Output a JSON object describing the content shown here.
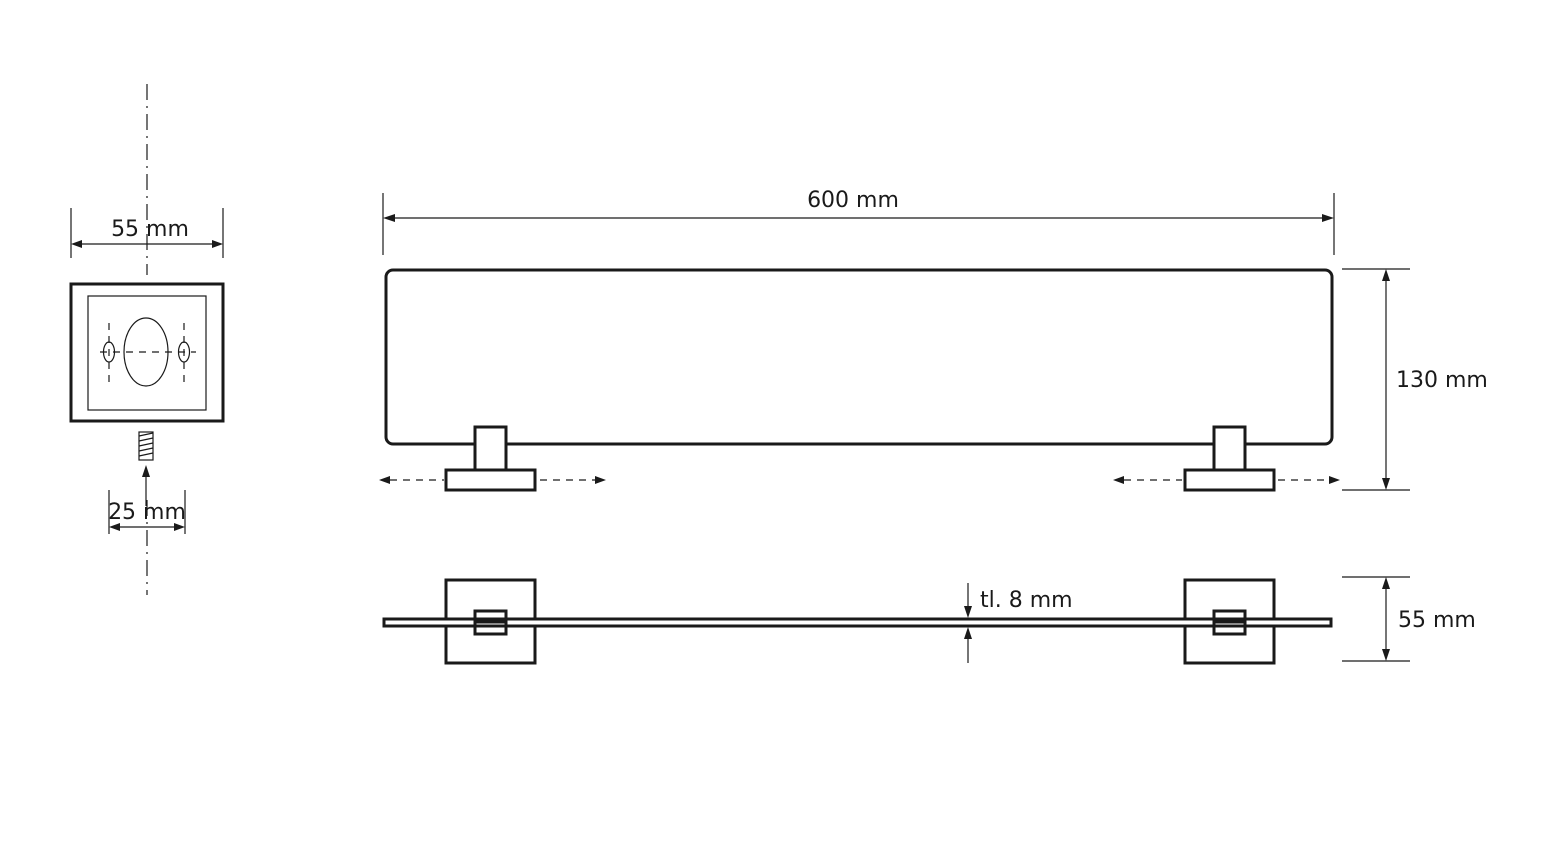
{
  "colors": {
    "line": "#1a1a1a",
    "background": "#ffffff"
  },
  "dimensions": {
    "side_width": "55 mm",
    "screw_spacing": "25 mm",
    "length": "600 mm",
    "height": "130 mm",
    "thickness": "tl. 8 mm",
    "depth": "55 mm"
  }
}
